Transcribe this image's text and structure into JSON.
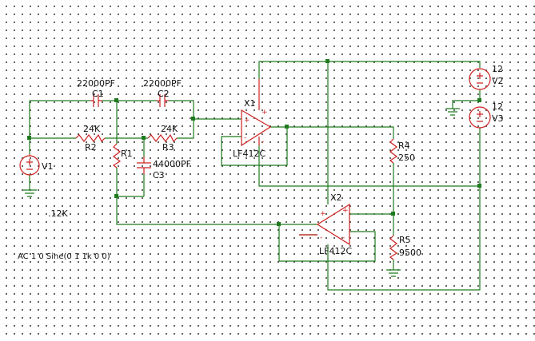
{
  "components": {
    "C1": {
      "ref": "C1",
      "value": "22000PF"
    },
    "C2": {
      "ref": "C2",
      "value": "22000PF"
    },
    "C3": {
      "ref": "C3",
      "value": "44000PF"
    },
    "R1": {
      "ref": "R1"
    },
    "R2": {
      "ref": "R2",
      "value": "24K"
    },
    "R3": {
      "ref": "R3",
      "value": "24K"
    },
    "R4": {
      "ref": "R4",
      "value": "250"
    },
    "R5": {
      "ref": "R5",
      "value": "9500"
    },
    "V1": {
      "ref": "V1"
    },
    "V2": {
      "ref": "V2",
      "value": "12"
    },
    "V3": {
      "ref": "V3",
      "value": "12"
    },
    "X1": {
      "ref": "X1",
      "part": "LF412C"
    },
    "X2": {
      "ref": "X2",
      "part": "LF412C"
    }
  },
  "annotations": {
    "r1_value": ".12K",
    "v1_source": "AC 1 0 Sine(0 1 1k 0 0)"
  },
  "pins": {
    "plus": "+",
    "minus": "-"
  },
  "colors": {
    "wire": "#1f7a1f",
    "symbol": "#cc2020",
    "text": "#111111",
    "grid_dot": "#3a3a3a"
  }
}
